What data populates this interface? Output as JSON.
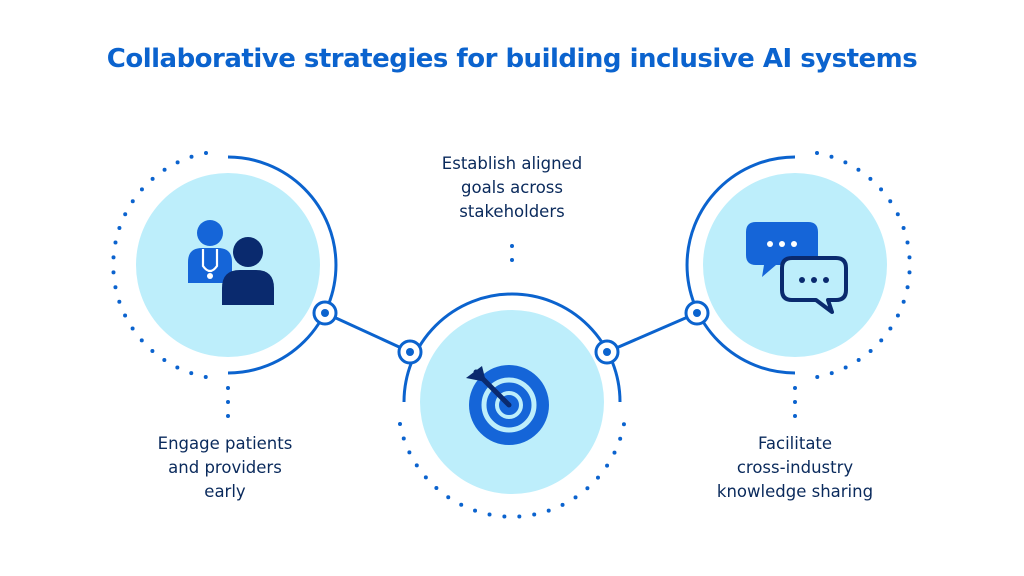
{
  "title": "Collaborative strategies for building inclusive AI systems",
  "nodes": [
    {
      "label": "Engage patients\nand providers\nearly",
      "icon": "patient-provider-icon"
    },
    {
      "label": "Establish aligned\ngoals across\nstakeholders",
      "icon": "target-icon"
    },
    {
      "label": "Facilitate\ncross-industry\nknowledge sharing",
      "icon": "chat-bubbles-icon"
    }
  ],
  "colors": {
    "title": "#0b63ce",
    "primary_blue": "#0b63ce",
    "light_fill": "#bdeefb",
    "navy": "#0a2a6e",
    "text": "#0a2a5c"
  }
}
